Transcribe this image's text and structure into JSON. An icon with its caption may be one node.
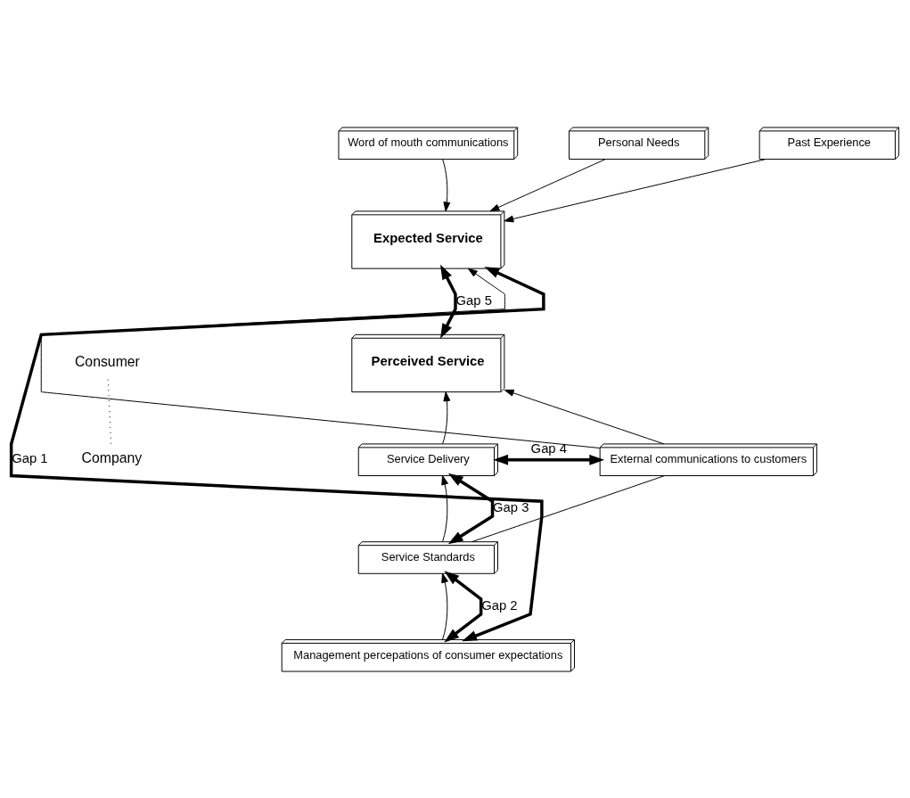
{
  "diagram": {
    "nodes": [
      {
        "text": [
          "Word of mouth communications"
        ]
      },
      {
        "text": [
          "Personal Needs"
        ]
      },
      {
        "text": [
          "Past Experience"
        ]
      },
      {
        "text": [
          "Expected Service"
        ]
      },
      {
        "text": [
          "Perceived Service"
        ]
      },
      {
        "text": [
          "Service Delivery"
        ]
      },
      {
        "text": [
          "External communications to customers"
        ]
      },
      {
        "text": [
          "Service Standards"
        ]
      },
      {
        "text": [
          "Management percepations of consumer expectations"
        ]
      }
    ],
    "edges": [
      {
        "from": 0,
        "to": 3,
        "arrow": "to"
      },
      {
        "from": 1,
        "to": 3,
        "arrow": "to"
      },
      {
        "from": 2,
        "to": 3,
        "arrow": "to"
      },
      {
        "from": 3,
        "to": 4,
        "arrow": "both",
        "label": "Gap 5",
        "style": "thick"
      },
      {
        "from": 6,
        "to": 3,
        "arrow": "to"
      },
      {
        "from": 6,
        "to": 4,
        "arrow": "to"
      },
      {
        "from": 5,
        "to": 4,
        "arrow": "to"
      },
      {
        "from": 5,
        "to": 6,
        "arrow": "both",
        "label": "Gap 4",
        "style": "thick"
      },
      {
        "from": 7,
        "to": 5,
        "arrow": "both",
        "label": "Gap 3",
        "style": "thick"
      },
      {
        "from": 7,
        "to": 5,
        "arrow": "to"
      },
      {
        "from": 8,
        "to": 7,
        "arrow": "both",
        "label": "Gap 2",
        "style": "thick"
      },
      {
        "from": 8,
        "to": 7,
        "arrow": "to"
      },
      {
        "from": 8,
        "to": 3,
        "arrow": "both",
        "label": "Gap 1",
        "style": "thick"
      },
      {
        "from": 7,
        "to": 6,
        "arrow": "none"
      }
    ],
    "labels": [
      "Consumer",
      "Company"
    ]
  }
}
